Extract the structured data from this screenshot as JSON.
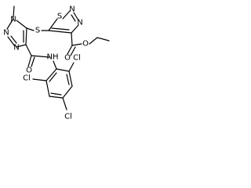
{
  "structure": {
    "atom_labels": {
      "n_methyl": "N",
      "methyl": "CH3",
      "n_triazole_2": "N",
      "n_triazole_3": "N",
      "s_thioether": "S",
      "s_thiadiazole": "S",
      "n_thiadiazole_a": "N",
      "n_thiadiazole_b": "N",
      "o_ester_carbonyl": "O",
      "o_ester_ether": "O",
      "o_amide": "O",
      "nh_amide": "NH",
      "cl_ortho_1": "Cl",
      "cl_ortho_2": "Cl",
      "cl_para": "Cl"
    }
  }
}
